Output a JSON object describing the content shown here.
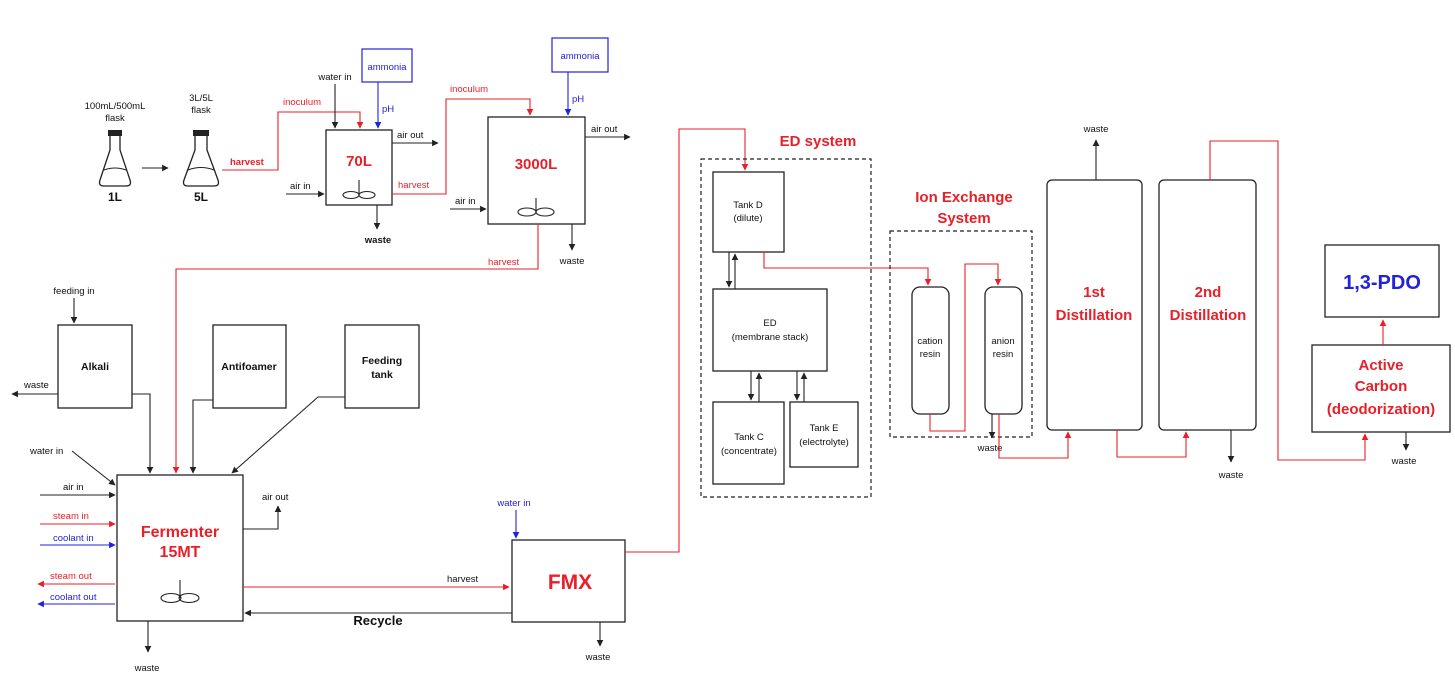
{
  "seed": {
    "flask_small_label_1": "100mL/500mL",
    "flask_small_label_2": "flask",
    "flask_small_volume": "1L",
    "flask_large_label_1": "3L/5L",
    "flask_large_label_2": "flask",
    "flask_large_volume": "5L",
    "harvest_label": "harvest"
  },
  "seed70": {
    "title": "70L",
    "water_in": "water in",
    "inoculum": "inoculum",
    "ammonia": "ammonia",
    "ph": "pH",
    "air_out": "air out",
    "air_in": "air in",
    "waste": "waste",
    "harvest": "harvest"
  },
  "seed3000": {
    "title": "3000L",
    "inoculum": "inoculum",
    "ammonia": "ammonia",
    "ph": "pH",
    "air_out": "air out",
    "air_in": "air in",
    "waste": "waste",
    "harvest": "harvest"
  },
  "feed": {
    "feeding_in": "feeding in",
    "alkali": "Alkali",
    "antifoamer": "Antifoamer",
    "feeding_tank_1": "Feeding",
    "feeding_tank_2": "tank",
    "waste": "waste"
  },
  "fermenter": {
    "title_1": "Fermenter",
    "title_2": "15MT",
    "water_in": "water in",
    "air_in": "air in",
    "steam_in": "steam in",
    "coolant_in": "coolant in",
    "steam_out": "steam out",
    "coolant_out": "coolant out",
    "air_out": "air out",
    "waste": "waste",
    "harvest": "harvest",
    "recycle": "Recycle"
  },
  "fmx": {
    "title": "FMX",
    "water_in": "water in",
    "waste": "waste"
  },
  "ed": {
    "title": "ED system",
    "tank_d_1": "Tank D",
    "tank_d_2": "(dilute)",
    "stack_1": "ED",
    "stack_2": "(membrane stack)",
    "tank_c_1": "Tank C",
    "tank_c_2": "(concentrate)",
    "tank_e_1": "Tank E",
    "tank_e_2": "(electrolyte)"
  },
  "ion": {
    "title_1": "Ion Exchange",
    "title_2": "System",
    "cation_1": "cation",
    "cation_2": "resin",
    "anion_1": "anion",
    "anion_2": "resin",
    "waste": "waste"
  },
  "distillation": {
    "first_1": "1st",
    "first_2": "Distillation",
    "second_1": "2nd",
    "second_2": "Distillation",
    "waste_top": "waste",
    "waste_bottom": "waste"
  },
  "carbon": {
    "title_1": "Active",
    "title_2": "Carbon",
    "title_3": "(deodorization)",
    "waste": "waste"
  },
  "product": {
    "title": "1,3-PDO"
  },
  "colors": {
    "red": "#e8202a",
    "blue": "#2222dd",
    "black": "#222222"
  }
}
